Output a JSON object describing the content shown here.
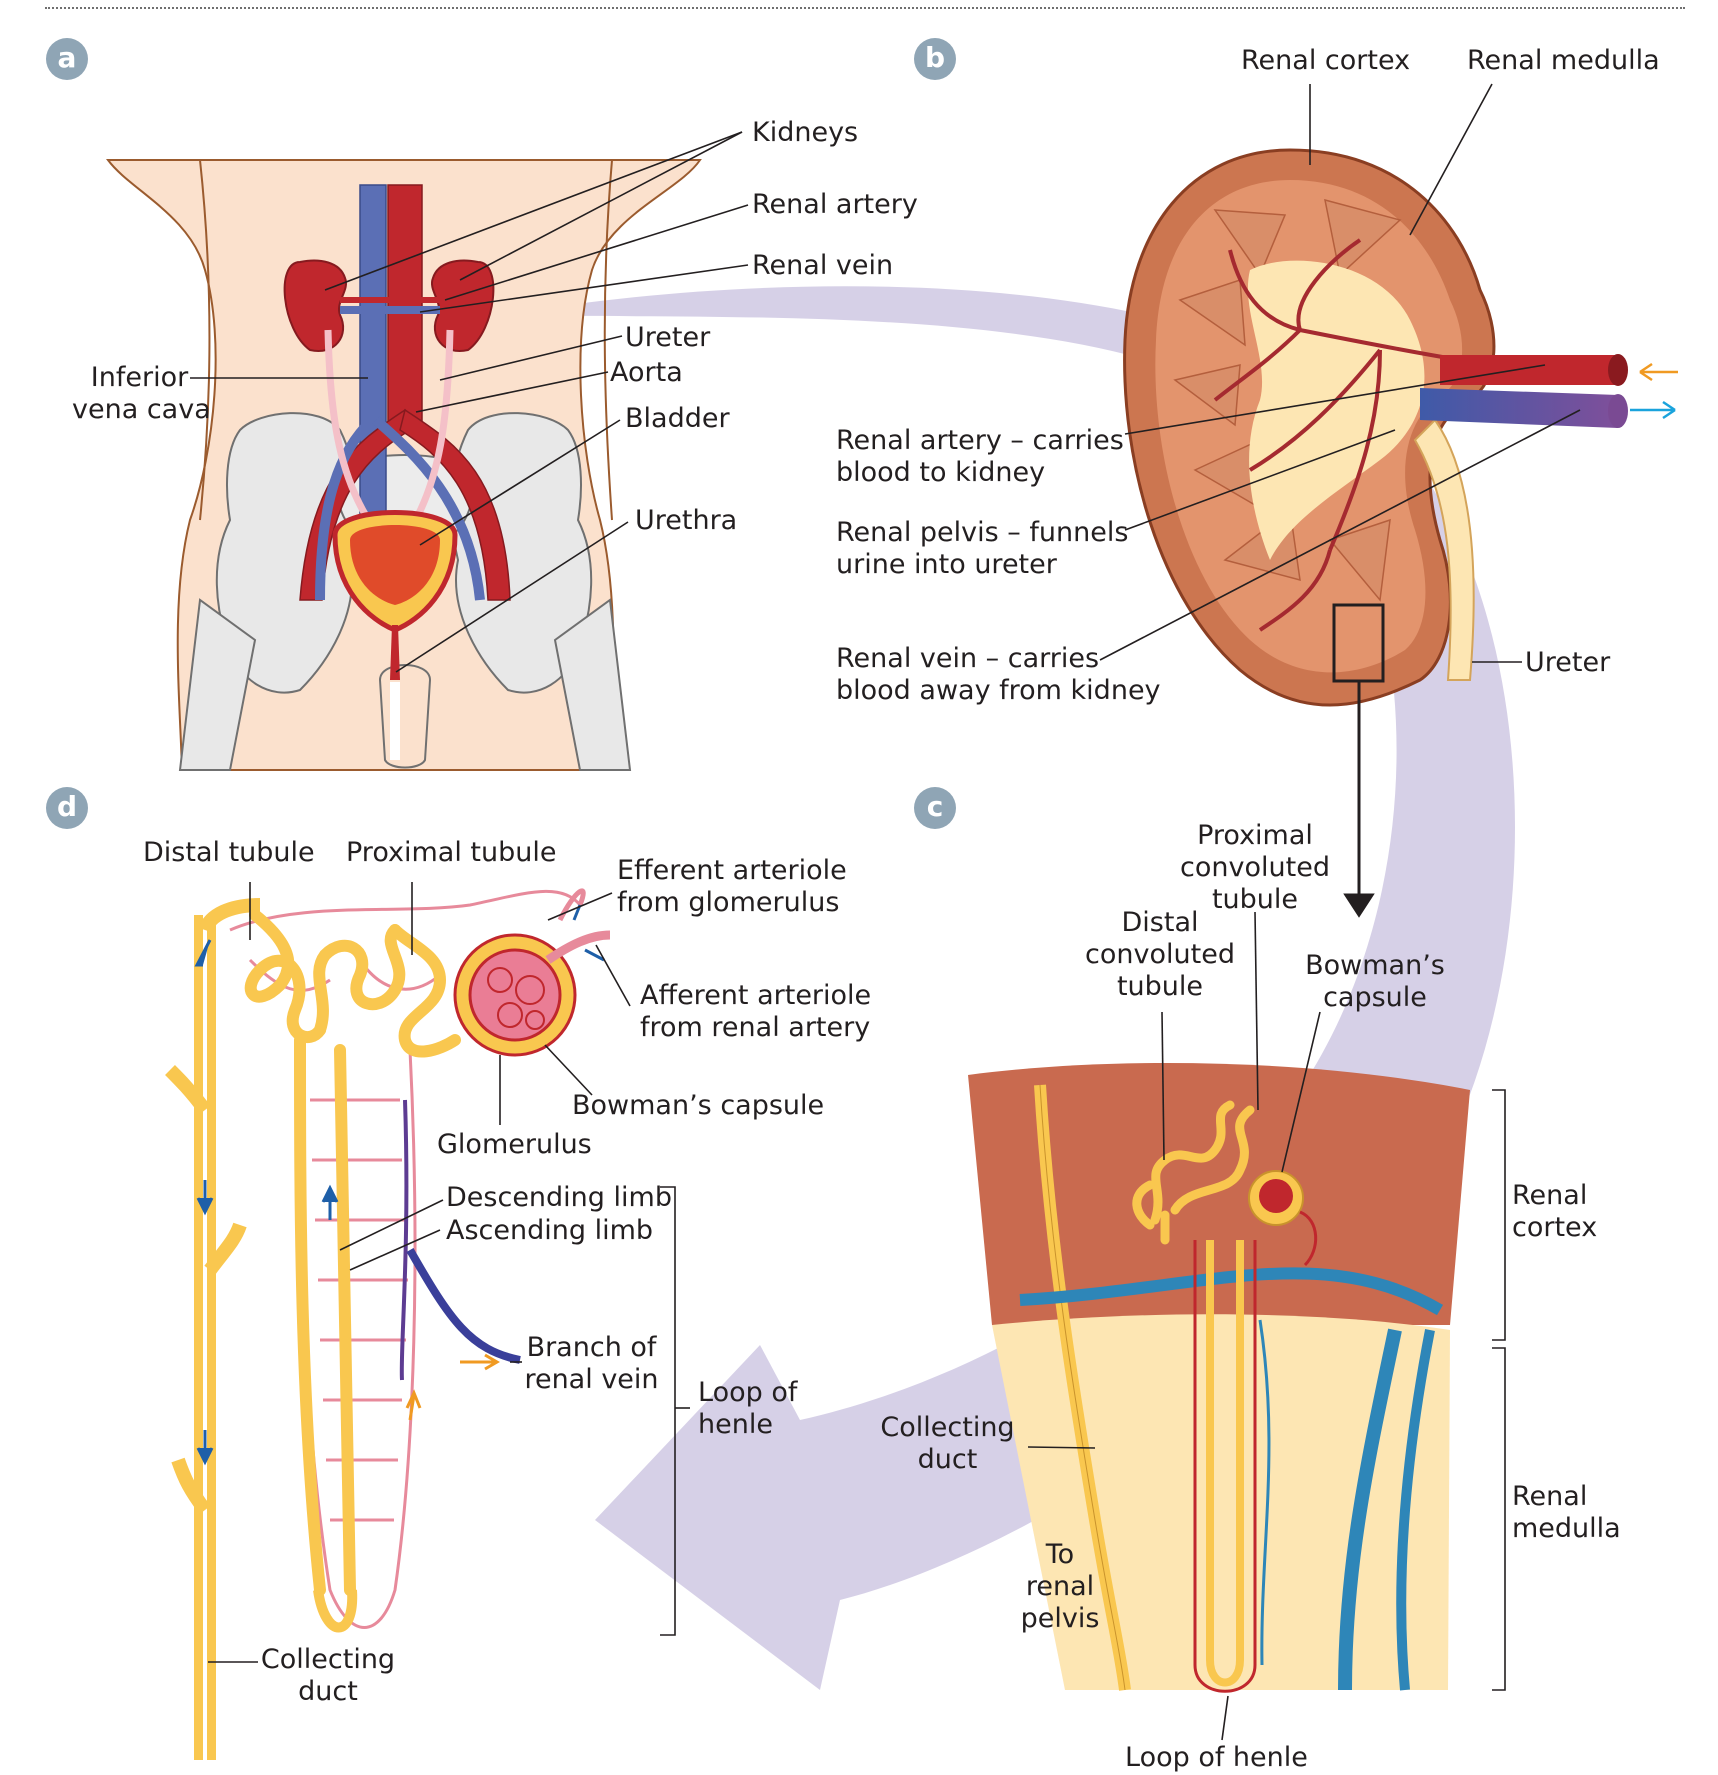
{
  "panels": {
    "a": {
      "badge": "a",
      "kidneys": "Kidneys",
      "renal_artery": "Renal artery",
      "renal_vein": "Renal vein",
      "ureter": "Ureter",
      "aorta": "Aorta",
      "bladder": "Bladder",
      "urethra": "Urethra",
      "ivc_line1": "Inferior",
      "ivc_line2": "vena cava"
    },
    "b": {
      "badge": "b",
      "renal_cortex": "Renal cortex",
      "renal_medulla": "Renal medulla",
      "renal_artery_line1": "Renal artery – carries",
      "renal_artery_line2": "blood to kidney",
      "renal_pelvis_line1": "Renal pelvis – funnels",
      "renal_pelvis_line2": "urine into ureter",
      "renal_vein_line1": "Renal vein – carries",
      "renal_vein_line2": "blood away from kidney",
      "ureter": "Ureter"
    },
    "c": {
      "badge": "c",
      "pct_line1": "Proximal",
      "pct_line2": "convoluted",
      "pct_line3": "tubule",
      "dct_line1": "Distal",
      "dct_line2": "convoluted",
      "dct_line3": "tubule",
      "bowman_line1": "Bowman’s",
      "bowman_line2": "capsule",
      "cortex_line1": "Renal",
      "cortex_line2": "cortex",
      "medulla_line1": "Renal",
      "medulla_line2": "medulla",
      "collecting_line1": "Collecting",
      "collecting_line2": "duct",
      "pelvis_line1": "To",
      "pelvis_line2": "renal",
      "pelvis_line3": "pelvis",
      "loop": "Loop of henle"
    },
    "d": {
      "badge": "d",
      "distal_tubule": "Distal tubule",
      "proximal_tubule": "Proximal tubule",
      "efferent_line1": "Efferent arteriole",
      "efferent_line2": "from glomerulus",
      "afferent_line1": "Afferent arteriole",
      "afferent_line2": "from renal artery",
      "bowman": "Bowman’s capsule",
      "glomerulus": "Glomerulus",
      "descending": "Descending limb",
      "ascending": "Ascending limb",
      "vein_line1": "Branch of",
      "vein_line2": "renal vein",
      "loop_line1": "Loop of",
      "loop_line2": "henle",
      "collecting_line1": "Collecting",
      "collecting_line2": "duct"
    }
  },
  "colors": {
    "skin": "#fbe1cd",
    "artery": "#c0272d",
    "vein": "#5b6fb5",
    "cortex_tissue": "#c96a4f",
    "medulla_tissue": "#fde6b3",
    "tubule": "#f9c74f",
    "flow_arrow": "#cfc8e3",
    "badge": "#8fa5b5"
  }
}
